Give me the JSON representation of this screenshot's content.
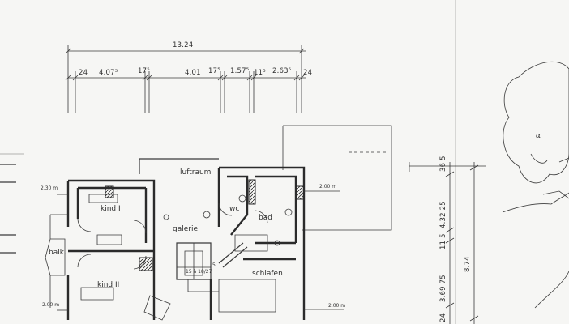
{
  "plan": {
    "overall_width": "13.24",
    "top_dims": [
      "24",
      "4.07⁵",
      "17⁵",
      "4.01",
      "17⁵",
      "1.57⁵",
      "11⁵",
      "2.63⁵",
      "24"
    ],
    "rooms": {
      "luftraum": "luftraum",
      "wc": "wc",
      "bad": "bad",
      "kind_1": "kind I",
      "galerie": "galerie",
      "balk": "balk.",
      "kind_2": "kind II",
      "schlafen": "schlafen"
    },
    "stair_label": "15 à 18/27",
    "height_marks": {
      "left_top": "2.30 m",
      "left_bottom": "2.00 m",
      "right_mid": "2.00 m",
      "right_bottom": "2.00 m"
    },
    "side_dims": [
      "36 5",
      "4.32 25",
      "11 5",
      "3.69 75",
      "24"
    ],
    "side_total": "8.74",
    "tree_mark": "α",
    "stair_step_mark": "5"
  }
}
